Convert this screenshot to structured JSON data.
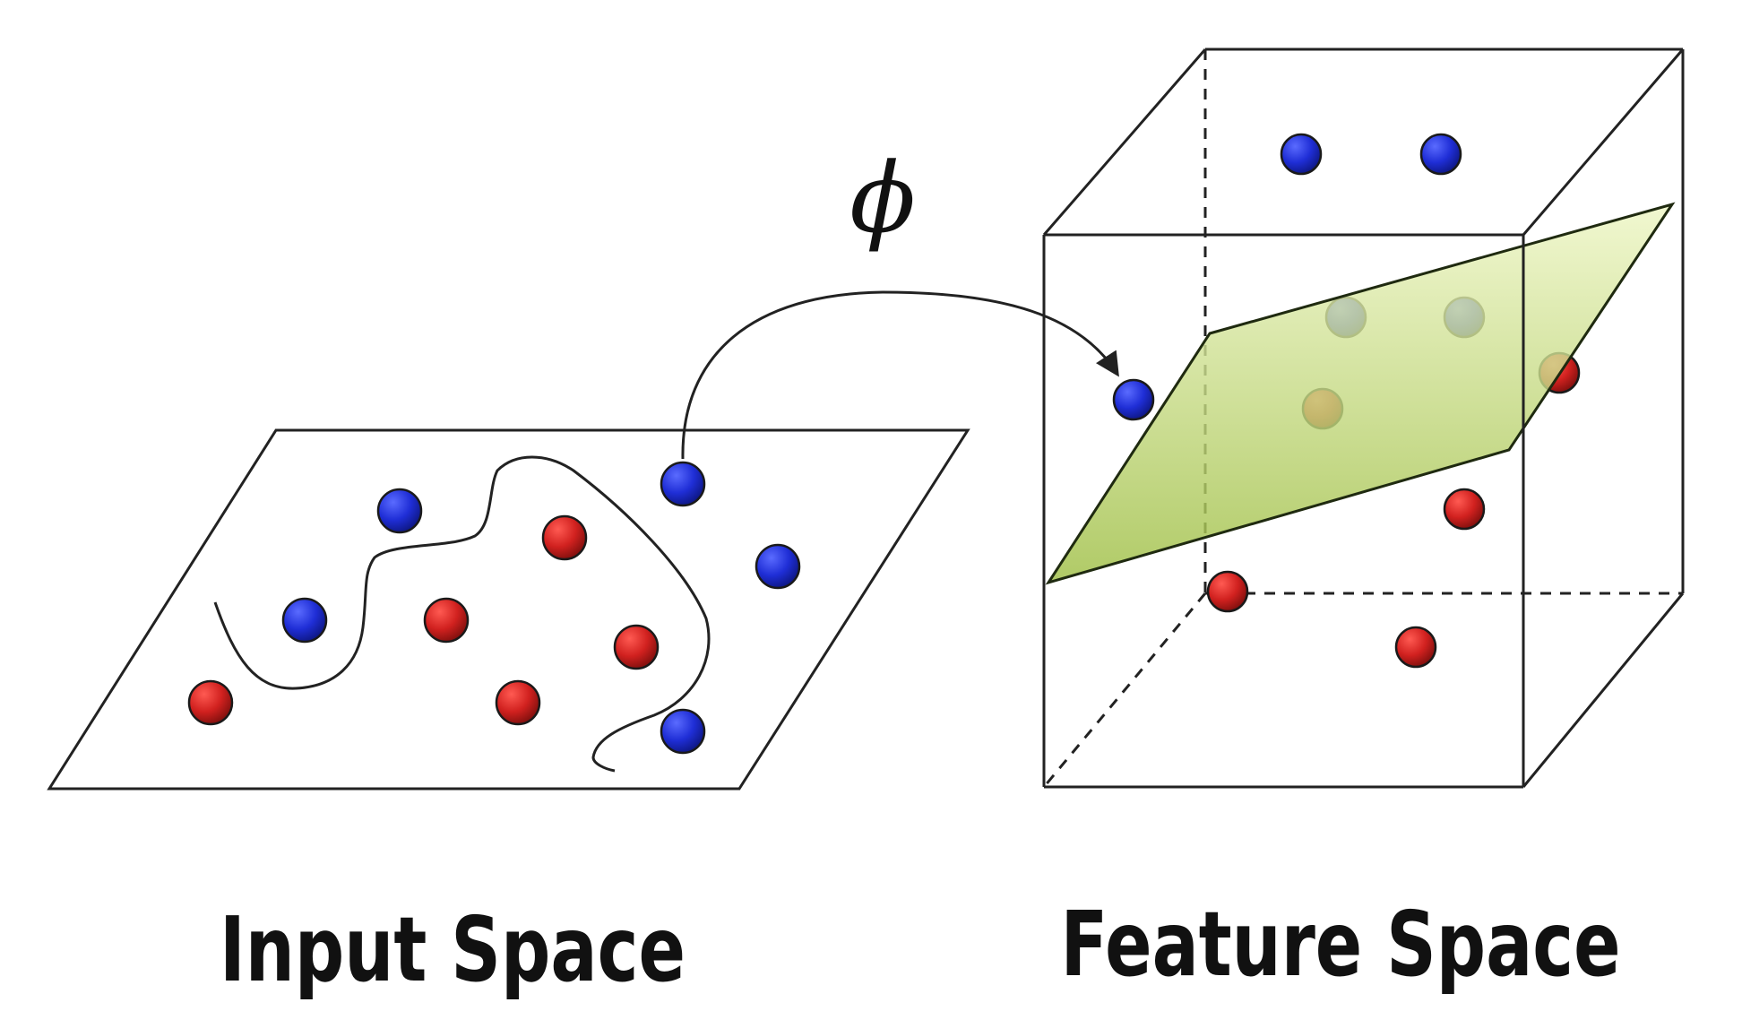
{
  "mapping_symbol": "ϕ",
  "input_panel": {
    "caption": "Input Space"
  },
  "feature_panel": {
    "caption": "Feature Space"
  },
  "colors": {
    "blue_point": "#1f2ed6",
    "red_point": "#d1211f",
    "hyperplane_light": "#eef6c6",
    "hyperplane_dark": "#9fbf45",
    "ink": "#222222",
    "background": "#ffffff"
  }
}
